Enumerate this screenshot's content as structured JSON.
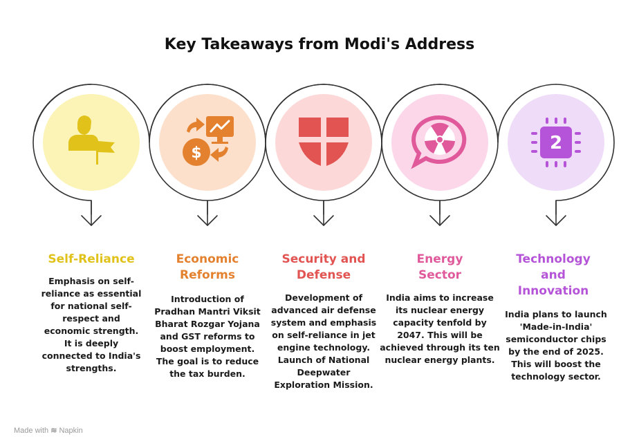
{
  "title": "Key Takeaways from Modi's Address",
  "items": [
    {
      "heading": "Self-Reliance",
      "body": "Emphasis on self-reliance as essential for national self-respect and economic strength. It is deeply connected to India's strengths.",
      "color": "#e1c21b",
      "fill": "#fbf4b6",
      "icon": "person-flag-icon"
    },
    {
      "heading": "Economic Reforms",
      "body": "Introduction of Pradhan Mantri Viksit Bharat Rozgar Yojana and GST reforms to boost employment. The goal is to reduce the tax burden.",
      "color": "#e4812f",
      "fill": "#fde0cc",
      "icon": "money-chart-exchange-icon"
    },
    {
      "heading": "Security and Defense",
      "body": "Development of advanced air defense system and emphasis on self-reliance in jet engine technology. Launch of National Deepwater Exploration Mission.",
      "color": "#e25452",
      "fill": "#fcd9d8",
      "icon": "shield-icon"
    },
    {
      "heading": "Energy Sector",
      "body": "India aims to increase its nuclear energy capacity tenfold by 2047. This will be achieved through its ten nuclear energy plants.",
      "color": "#e05a9b",
      "fill": "#fcd7ea",
      "icon": "radiation-speech-bubble-icon"
    },
    {
      "heading": "Technology and Innovation",
      "body": "India plans to launch 'Made-in-India' semiconductor chips by the end of 2025. This will boost the technology sector.",
      "color": "#b554d8",
      "fill": "#eedcf8",
      "icon": "chip-icon",
      "icon_text": "2"
    }
  ],
  "footer": {
    "made_with": "Made with",
    "brand": "Napkin"
  }
}
